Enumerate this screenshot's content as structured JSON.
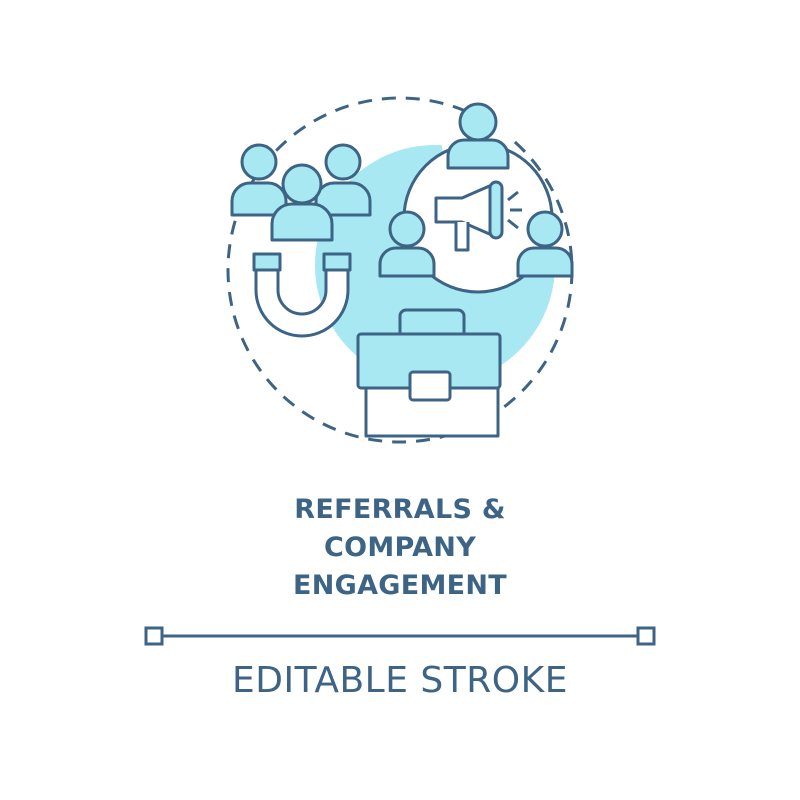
{
  "title": {
    "line1": "REFERRALS &",
    "line2": "COMPANY",
    "line3": "ENGAGEMENT"
  },
  "footer": {
    "text": "EDITABLE STROKE"
  },
  "colors": {
    "stroke": "#3d6485",
    "fill": "#a8e8f2",
    "background": "#ffffff"
  },
  "icons": [
    "people-group-icon",
    "magnet-icon",
    "megaphone-icon",
    "briefcase-icon",
    "network-person-icon"
  ]
}
